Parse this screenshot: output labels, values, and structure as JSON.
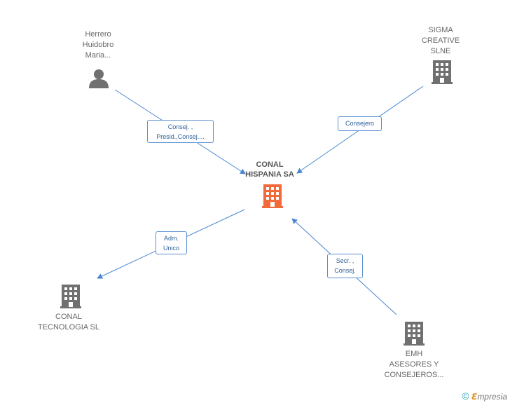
{
  "colors": {
    "edge": "#4a86d0",
    "center_building": "#f26a3a",
    "building": "#707070",
    "person": "#707070"
  },
  "nodes": {
    "person": {
      "label": "Herrero\nHuidobro\nMaria...",
      "icon": "person-icon"
    },
    "sigma": {
      "label": "SIGMA\nCREATIVE\nSLNE",
      "icon": "building-icon"
    },
    "center": {
      "label": "CONAL\nHISPANIA SA",
      "icon": "building-icon"
    },
    "tecnologia": {
      "label": "CONAL\nTECNOLOGIA SL",
      "icon": "building-icon"
    },
    "emh": {
      "label": "EMH\nASESORES Y\nCONSEJEROS...",
      "icon": "building-icon"
    }
  },
  "edges": {
    "person_center": "Consej. ,\nPresid.,Consej....",
    "sigma_center": "Consejero",
    "center_tecnologia": "Adm.\nUnico",
    "emh_center": "Secr. ,\nConsej."
  },
  "brand": {
    "copyright": "©",
    "e": "ℇ",
    "rest": "mpresia"
  }
}
